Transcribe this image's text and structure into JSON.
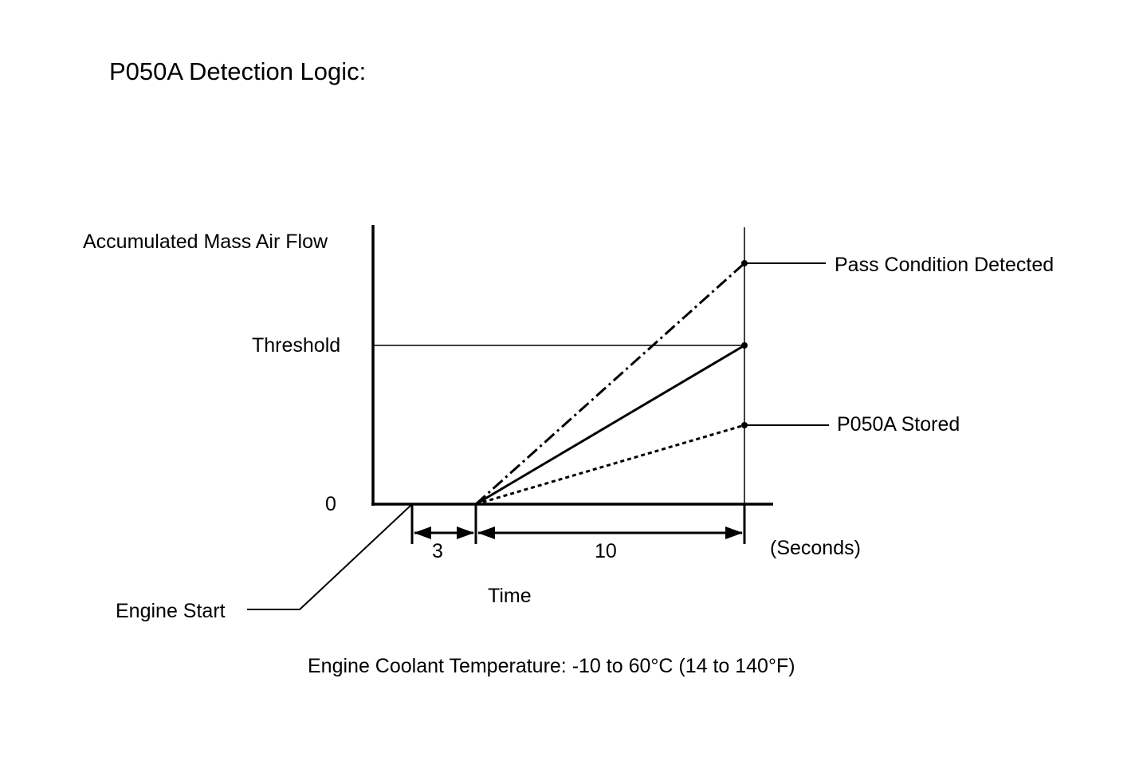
{
  "title": "P050A Detection Logic:",
  "y_axis_label": "Accumulated Mass Air Flow",
  "threshold_label": "Threshold",
  "zero_label": "0",
  "pass_label": "Pass Condition Detected",
  "stored_label": "P050A Stored",
  "engine_start_label": "Engine Start",
  "time_label": "Time",
  "seconds_label": "(Seconds)",
  "interval_1": "3",
  "interval_2": "10",
  "footer": "Engine Coolant Temperature: -10 to 60°C (14 to 140°F)"
}
